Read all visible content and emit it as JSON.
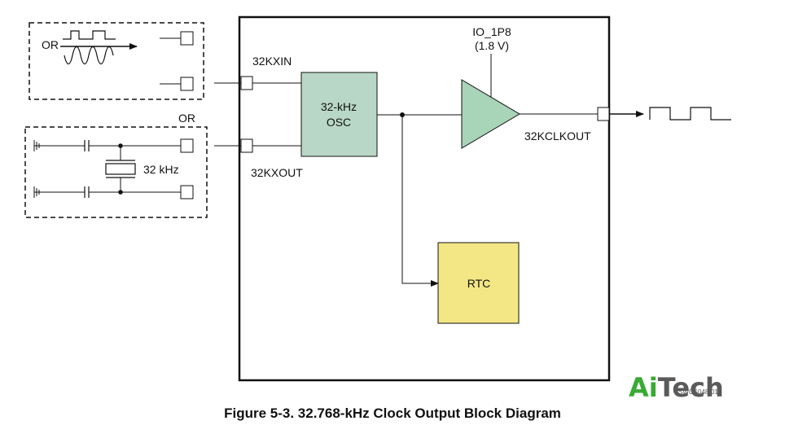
{
  "labels": {
    "or_top": "OR",
    "or_mid": "OR",
    "xin": "32KXIN",
    "xout": "32KXOUT",
    "osc_line1": "32-kHz",
    "osc_line2": "OSC",
    "io_rail": "IO_1P8",
    "io_voltage": "(1.8 V)",
    "clkout": "32KCLKOUT",
    "rtc": "RTC",
    "crystal": "32 kHz",
    "doc_code": "SWCS048-014"
  },
  "caption": "Figure 5-3. 32.768-kHz Clock Output Block Diagram",
  "logo": {
    "part1": "Ai",
    "part2": "Tech",
    "color1": "#3aaa35",
    "color2": "#5a5a5a"
  },
  "colors": {
    "osc_fill": "#b9d7c6",
    "buffer_fill": "#a8d4b8",
    "rtc_fill": "#f2e784",
    "stroke": "#111111"
  }
}
